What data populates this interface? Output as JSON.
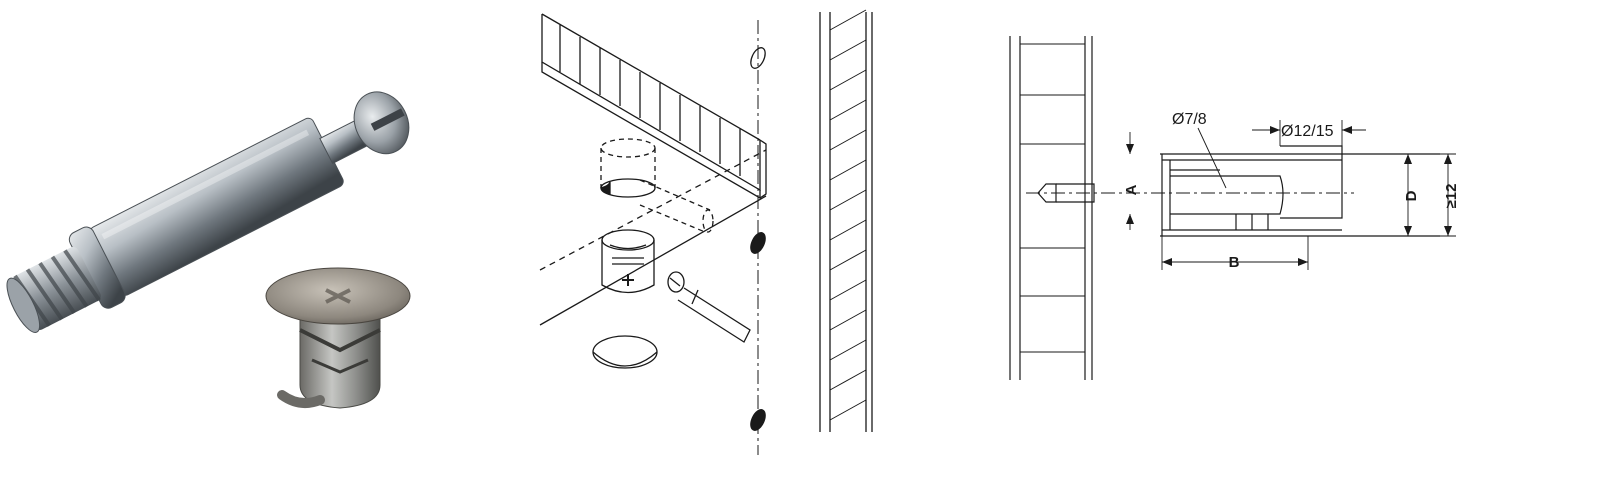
{
  "diagram": {
    "dimensions": {
      "bolt_diameter": "Ø7/8",
      "housing_diameter": "Ø12/15",
      "a": "A",
      "b": "B",
      "d": "D",
      "min_thickness": "≥12"
    }
  },
  "colors": {
    "line": "#1a1a1a",
    "metal_dark": "#5a6168",
    "metal_mid": "#9aa2a9",
    "metal_light": "#d8dde1",
    "hatch": "#333333"
  }
}
